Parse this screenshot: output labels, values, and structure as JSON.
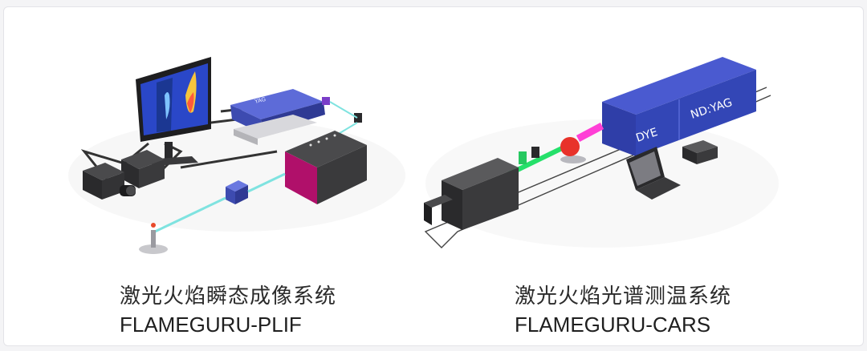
{
  "products": [
    {
      "title_cn": "激光火焰瞬态成像系统",
      "title_en": "FLAMEGURU-PLIF",
      "device_labels": {
        "laser": "YAG"
      }
    },
    {
      "title_cn": "激光火焰光谱测温系统",
      "title_en": "FLAMEGURU-CARS",
      "device_labels": {
        "dye": "DYE",
        "ndyag": "ND:YAG"
      }
    }
  ],
  "colors": {
    "laser_blue": "#3d4bb0",
    "beam_cyan": "#7fe3e0",
    "beam_green": "#25e06a",
    "beam_magenta": "#ff3fd6",
    "device_dark": "#2f2f31",
    "accent_magenta": "#b0106a"
  }
}
